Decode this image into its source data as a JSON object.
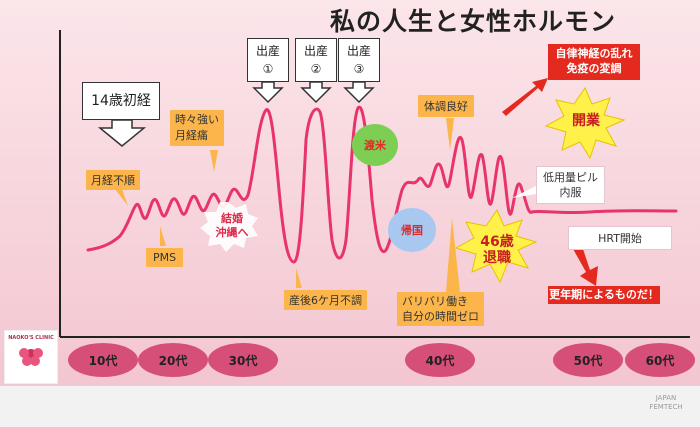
{
  "title": "私の人生と女性ホルモン",
  "birth_events": [
    {
      "line1": "出産",
      "line2": "①"
    },
    {
      "line1": "出産",
      "line2": "②"
    },
    {
      "line1": "出産",
      "line2": "③"
    }
  ],
  "menarche": "14歳初経",
  "notes": {
    "irregular": "月経不順",
    "cramps_1": "時々強い",
    "cramps_2": "月経痛",
    "pms": "PMS",
    "marriage_1": "結婚",
    "marriage_2": "沖縄へ",
    "postpartum": "産後6ケ月不調",
    "good_health": "体調良好",
    "busy_1": "バリバリ働き",
    "busy_2": "自分の時間ゼロ",
    "pill_1": "低用量ピル",
    "pill_2": "内服",
    "hrt": "HRT開始"
  },
  "bubbles": {
    "move_us": "渡米",
    "return_home": "帰国"
  },
  "autonomic": {
    "line1": "自律神経の乱れ",
    "line2": "免疫の変調"
  },
  "stars": {
    "start_business": "開業",
    "retire_1": "46歳",
    "retire_2": "退職"
  },
  "menopause": "更年期によるものだ！",
  "age_groups": [
    "10代",
    "20代",
    "30代",
    "40代",
    "50代",
    "60代"
  ],
  "logo_text": "NAOKO'S CLINIC",
  "watermark": {
    "line1": "JAPAN",
    "line2": "FEMTECH"
  },
  "colors": {
    "curve": "#e8336b",
    "age_pill": "#d64f78",
    "note": "#fbb54a",
    "alert": "#e42a1e",
    "star": "#fff04a"
  }
}
